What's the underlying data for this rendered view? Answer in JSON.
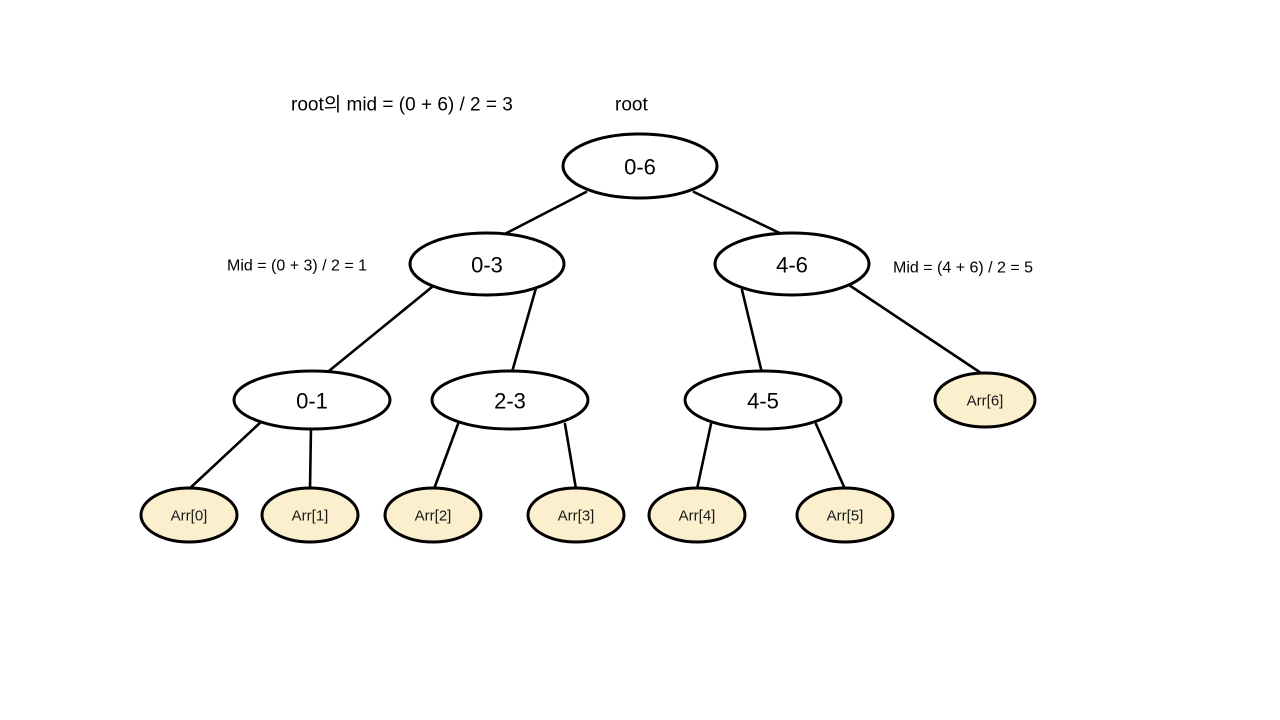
{
  "diagram": {
    "title_text": "root의 mid = (0 + 6) / 2 = 3",
    "root_caption": "root",
    "left_mid_text": "Mid = (0 + 3) / 2 = 1",
    "right_mid_text": "Mid = (4 + 6) / 2 = 5",
    "colors": {
      "leaf_fill": "#FBEFCD",
      "node_fill": "#FFFFFF",
      "stroke": "#000000",
      "background": "#FFFFFF"
    },
    "nodes": {
      "root": "0-6",
      "left": "0-3",
      "right": "4-6",
      "left_left": "0-1",
      "left_right": "2-3",
      "right_left": "4-5",
      "leaf0": "Arr[0]",
      "leaf1": "Arr[1]",
      "leaf2": "Arr[2]",
      "leaf3": "Arr[3]",
      "leaf4": "Arr[4]",
      "leaf5": "Arr[5]",
      "leaf6": "Arr[6]"
    }
  }
}
